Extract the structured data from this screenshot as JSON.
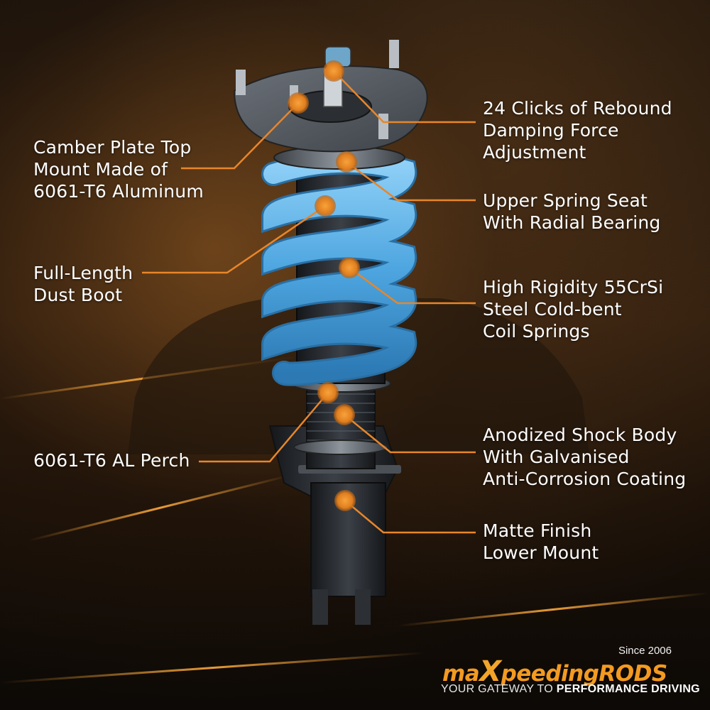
{
  "labels": {
    "camber_plate": [
      "Camber Plate Top",
      "Mount Made of",
      "6061-T6 Aluminum"
    ],
    "dust_boot": [
      "Full-Length",
      "Dust Boot"
    ],
    "perch": [
      "6061-T6 AL Perch"
    ],
    "rebound": [
      "24 Clicks of Rebound",
      "Damping Force",
      "Adjustment"
    ],
    "spring_seat": [
      "Upper Spring Seat",
      "With Radial Bearing"
    ],
    "coil_springs": [
      "High Rigidity 55CrSi",
      "Steel Cold-bent",
      "Coil Springs"
    ],
    "shock_body": [
      "Anodized Shock Body",
      "With Galvanised",
      "Anti-Corrosion Coating"
    ],
    "lower_mount": [
      "Matte Finish",
      "Lower Mount"
    ]
  },
  "logo": {
    "brand_prefix": "ma",
    "brand_x": "X",
    "brand_suffix": "peedingRODS",
    "since": "Since 2006",
    "tagline_plain": "YOUR GATEWAY TO ",
    "tagline_bold": "PERFORMANCE DRIVING"
  },
  "colors": {
    "accent_orange": "#f39a21",
    "spring_blue": "#5fb3e8",
    "callout_line": "#e8862a",
    "text": "#ffffff"
  }
}
